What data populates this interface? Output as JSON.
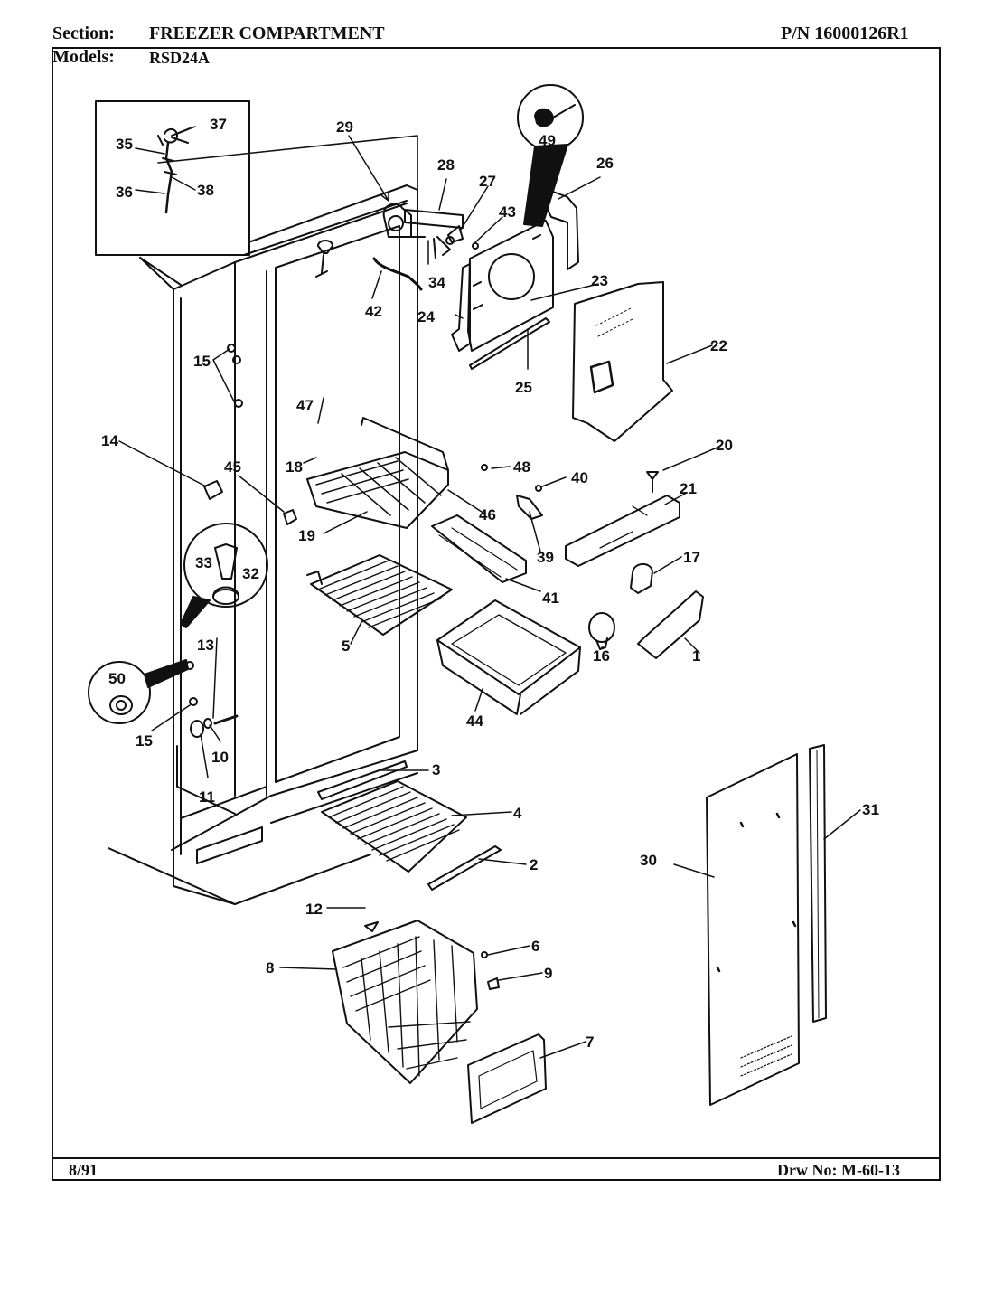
{
  "header": {
    "section_label": "Section:",
    "section_value": "FREEZER COMPARTMENT",
    "part_number": "P/N 16000126R1",
    "models_label": "Models:",
    "models_value": "RSD24A"
  },
  "footer": {
    "date": "8/91",
    "drawing_number": "Drw No: M-60-13"
  },
  "callouts": [
    "1",
    "2",
    "3",
    "4",
    "5",
    "6",
    "7",
    "8",
    "9",
    "10",
    "11",
    "12",
    "13",
    "14",
    "15",
    "15",
    "16",
    "17",
    "18",
    "19",
    "20",
    "21",
    "22",
    "23",
    "24",
    "25",
    "26",
    "27",
    "28",
    "29",
    "30",
    "31",
    "32",
    "33",
    "34",
    "35",
    "36",
    "37",
    "38",
    "39",
    "40",
    "41",
    "42",
    "43",
    "44",
    "45",
    "46",
    "47",
    "48",
    "49",
    "50"
  ]
}
